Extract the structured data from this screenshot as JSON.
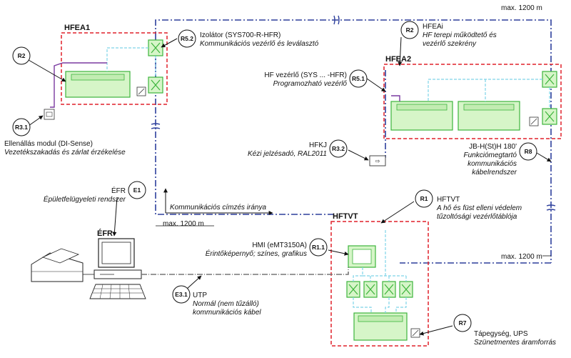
{
  "colors": {
    "cabinet_border": "#e0202a",
    "module_fill": "#d6f5c8",
    "module_stroke": "#3cb43c",
    "comm_bus": "#2d3f9c",
    "light_cable": "#7fd4e8",
    "purple_cable": "#7a3aa0",
    "utp_cable": "#777777"
  },
  "boxes": {
    "hfea1": "HFEA1",
    "hfea2": "HFEA2",
    "hftvt": "HFTVT",
    "efr": "ÉFR"
  },
  "dimensions": {
    "top": "max. 1200 m",
    "right": "max. 1200 m",
    "left": "max. 1200 m"
  },
  "addressing": "Kommunikációs címzés iránya",
  "callouts": {
    "r2_left": {
      "tag": "R2"
    },
    "r2_right": {
      "tag": "R2",
      "title": "HFEAi",
      "desc1": "HF terepi működtető és",
      "desc2": "vezérlő szekrény"
    },
    "r31": {
      "tag": "R3.1",
      "title": "Ellenállás modul (DI-Sense)",
      "desc": "Vezetékszakadás és zárlat érzékelése"
    },
    "r52": {
      "tag": "R5.2",
      "title": "Izolátor (SYS700-R-HFR)",
      "desc": "Kommunikációs vezérlő és leválasztó"
    },
    "r51": {
      "tag": "R5.1",
      "title": "HF vezérlő (SYS ... -HFR)",
      "desc": "Programozható vezérlő"
    },
    "r32": {
      "tag": "R3.2",
      "title": "HFKJ",
      "desc": "Kézi jelzésadó, RAL2011"
    },
    "r8": {
      "tag": "R8",
      "title": "JB-H(St)H 180'",
      "desc1": "Funkciómegtartó",
      "desc2": "kommunikációs",
      "desc3": "kábelrendszer"
    },
    "e1": {
      "tag": "E1",
      "title": "ÉFR",
      "desc": "Épületfelügyeleti rendszer"
    },
    "r1": {
      "tag": "R1",
      "title": "HFTVT",
      "desc1": "A hő és füst elleni védelem",
      "desc2": "tűzoltósági vezérlőtáblója"
    },
    "r11": {
      "tag": "R1.1",
      "title": "HMI (eMT3150A)",
      "desc": "Érintőképernyő; színes, grafikus"
    },
    "e31": {
      "tag": "E3.1",
      "title": "UTP",
      "desc1": "Normál (nem tűzálló)",
      "desc2": "kommunikációs kábel"
    },
    "r7": {
      "tag": "R7",
      "title": "Tápegység, UPS",
      "desc": "Szünetmentes áramforrás"
    }
  }
}
